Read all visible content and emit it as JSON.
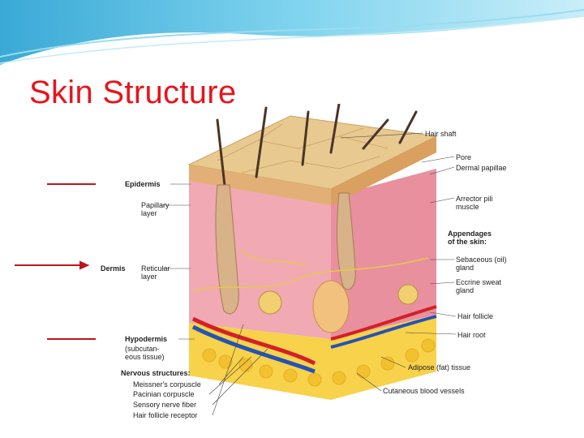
{
  "slide": {
    "title": "Skin Structure"
  },
  "colors": {
    "title": "#e8141c",
    "arrows": "#c0141c",
    "banner": "#5bc4e6"
  },
  "figure": {
    "labels_left": {
      "epidermis": "Epidermis",
      "papillary": "Papillary\nlayer",
      "dermis": "Dermis",
      "reticular": "Reticular\nlayer",
      "hypodermis": "Hypodermis",
      "subcutaneous": "(subcutan-\neous tissue)",
      "nervous_heading": "Nervous structures:",
      "nervous_items": [
        "Meissner's corpuscle",
        "Pacinian corpuscle",
        "Sensory nerve fiber",
        "Hair follicle receptor"
      ]
    },
    "labels_right": {
      "hair_shaft": "Hair shaft",
      "pore": "Pore",
      "dermal_papillae": "Dermal papillae",
      "arrector": "Arrector pili\nmuscle",
      "appendages": "Appendages\nof the skin:",
      "sebaceous": "Sebaceous (oil)\ngland",
      "eccrine": "Eccrine sweat\ngland",
      "hair_follicle": "Hair follicle",
      "hair_root": "Hair root",
      "adipose": "Adipose (fat) tissue",
      "cutaneous": "Cutaneous blood vessels"
    }
  }
}
